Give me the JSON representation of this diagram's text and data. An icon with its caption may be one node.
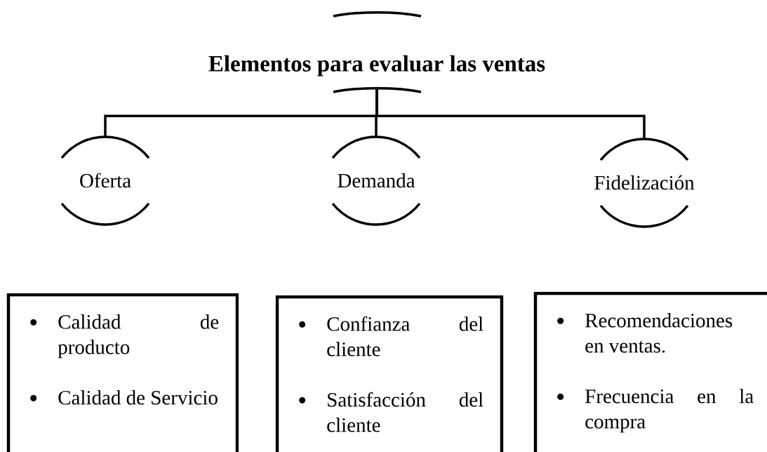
{
  "diagram": {
    "nodes": [
      {
        "text": [
          "Elementos para evaluar las ventas"
        ]
      },
      {
        "text": [
          "Oferta"
        ]
      },
      {
        "text": [
          "Demanda"
        ]
      },
      {
        "text": [
          "Fidelización"
        ]
      },
      {
        "text": [
          "Calidad de producto",
          "Calidad de Servicio"
        ]
      },
      {
        "text": [
          "Confianza del cliente",
          "Satisfacción del cliente"
        ]
      },
      {
        "text": [
          "Recomendaciones en ventas.",
          "Frecuencia en la compra"
        ]
      }
    ],
    "edges": [
      {
        "from": 0,
        "to": 1,
        "arrow": "none"
      },
      {
        "from": 0,
        "to": 2,
        "arrow": "none"
      },
      {
        "from": 0,
        "to": 3,
        "arrow": "none"
      }
    ]
  }
}
